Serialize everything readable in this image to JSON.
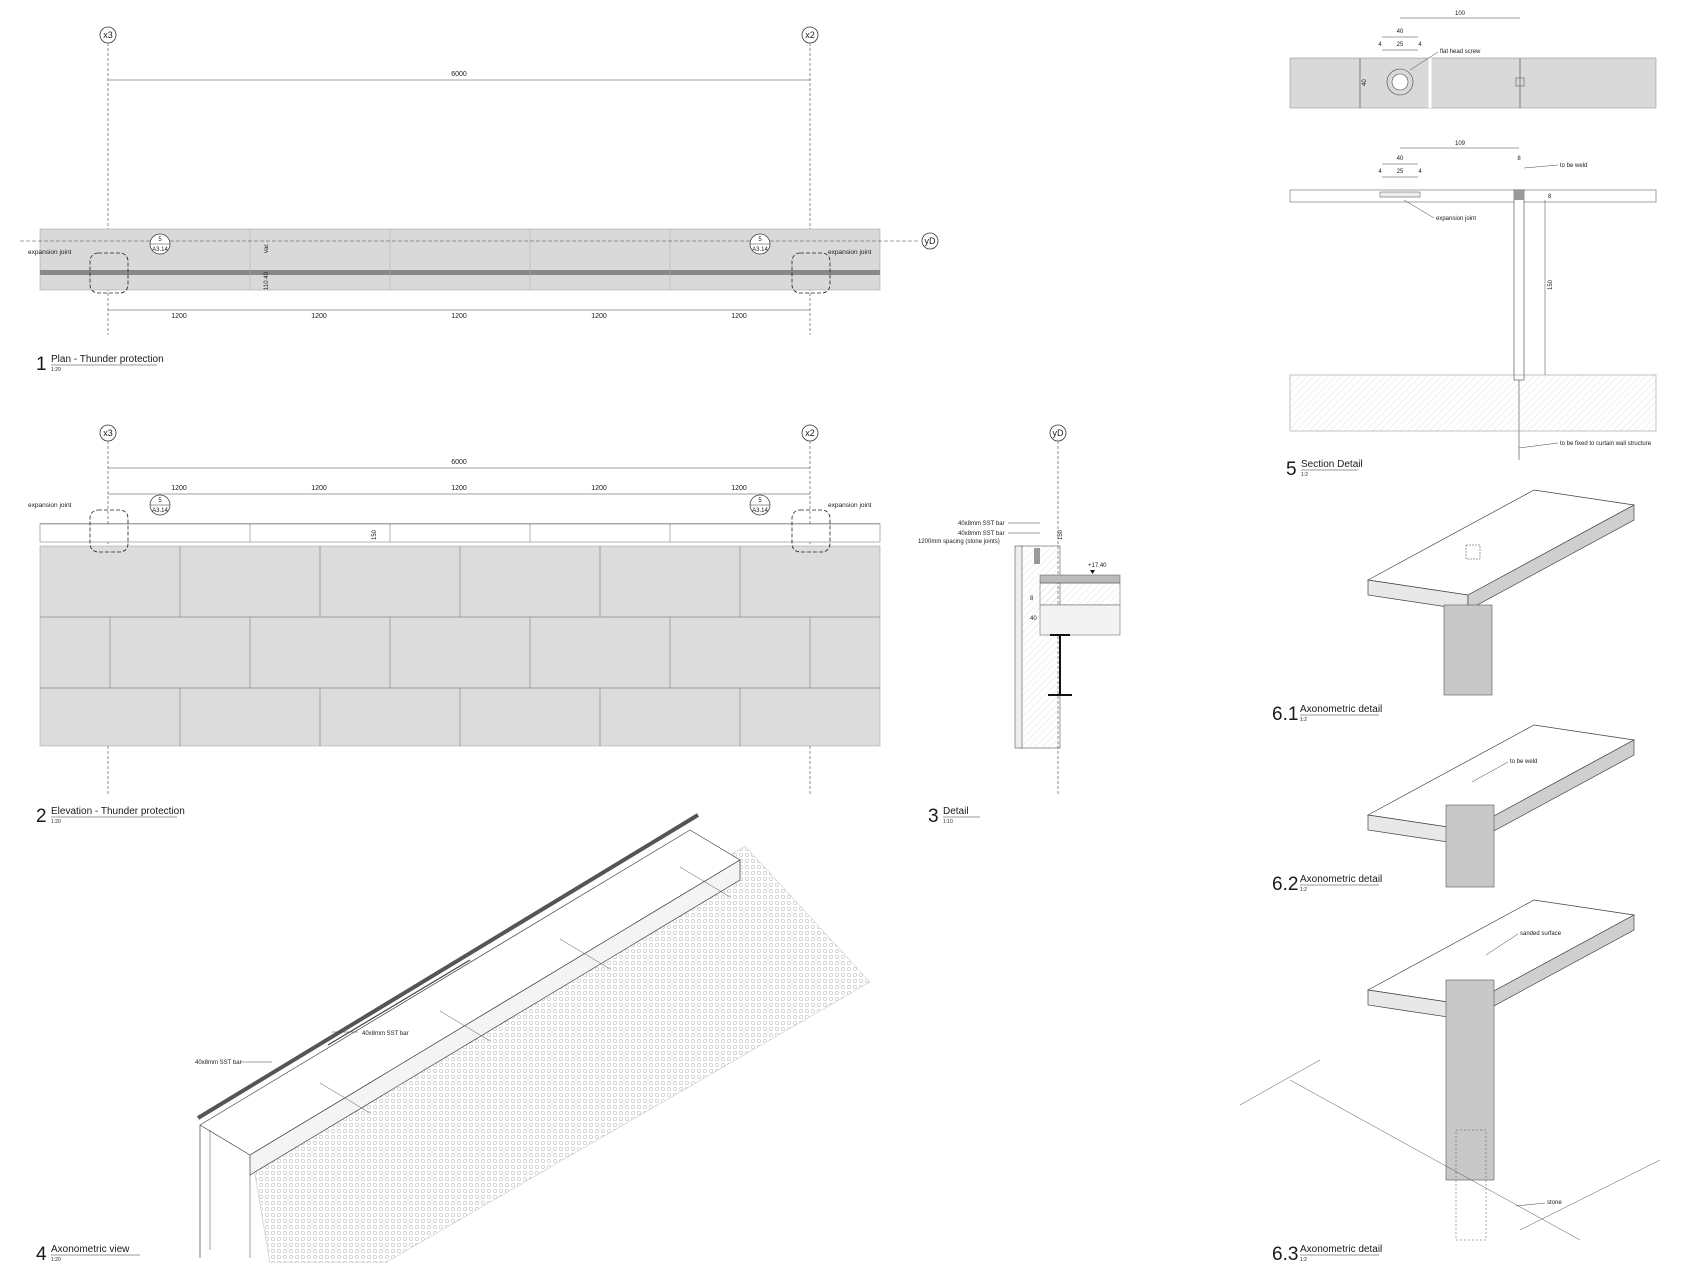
{
  "sheet": {
    "grid_labels": {
      "x3": "x3",
      "x2": "x2",
      "yD": "yD"
    },
    "views": [
      {
        "number": "1",
        "title": "Plan - Thunder protection",
        "scale": "1:20"
      },
      {
        "number": "2",
        "title": "Elevation - Thunder protection",
        "scale": "1:20"
      },
      {
        "number": "3",
        "title": "Detail",
        "scale": "1:10"
      },
      {
        "number": "4",
        "title": "Axonometric view",
        "scale": "1:20"
      },
      {
        "number": "5",
        "title": "Section Detail",
        "scale": "1:2"
      },
      {
        "number": "6.1",
        "title": "Axonometric detail",
        "scale": "1:2"
      },
      {
        "number": "6.2",
        "title": "Axonometric detail",
        "scale": "1:2"
      },
      {
        "number": "6.3",
        "title": "Axonometric detail",
        "scale": "1:2"
      }
    ]
  },
  "plan": {
    "overall": "6000",
    "bays": [
      "1200",
      "1200",
      "1200",
      "1200",
      "1200"
    ],
    "joint_label": "expansion joint",
    "callout_top": "5",
    "callout_bottom": "A3.14",
    "dim_var": "var.",
    "dim_depth": "110 40"
  },
  "elevation": {
    "overall": "6000",
    "bays": [
      "1200",
      "1200",
      "1200",
      "1200",
      "1200"
    ],
    "joint_label": "expansion joint",
    "callout_top": "5",
    "callout_bottom": "A3.14",
    "dim_height": "150"
  },
  "detail3": {
    "notes": [
      "40x8mm SST bar",
      "40x8mm SST bar",
      "1200mm spacing (stone joints)"
    ],
    "level": "+17.40",
    "dim_top": "150",
    "dims_small": [
      "8",
      "40"
    ]
  },
  "axon": {
    "bar_long": "40x8mm SST bar",
    "bar_short": "40x8mm SST bar"
  },
  "section5": {
    "top_dims": [
      "100",
      "40",
      "25",
      "4",
      "4",
      "40"
    ],
    "mid_dims": [
      "109",
      "40",
      "25",
      "8",
      "4",
      "4",
      "8"
    ],
    "screw": "flat head screw",
    "weld": "to be weld",
    "joint": "expansion joint",
    "height": "150",
    "fixing": "to be fixed to curtain wall structure"
  },
  "axo_details": {
    "weld": "to be weld",
    "sanded": "sanded surface",
    "stone": "stone"
  }
}
